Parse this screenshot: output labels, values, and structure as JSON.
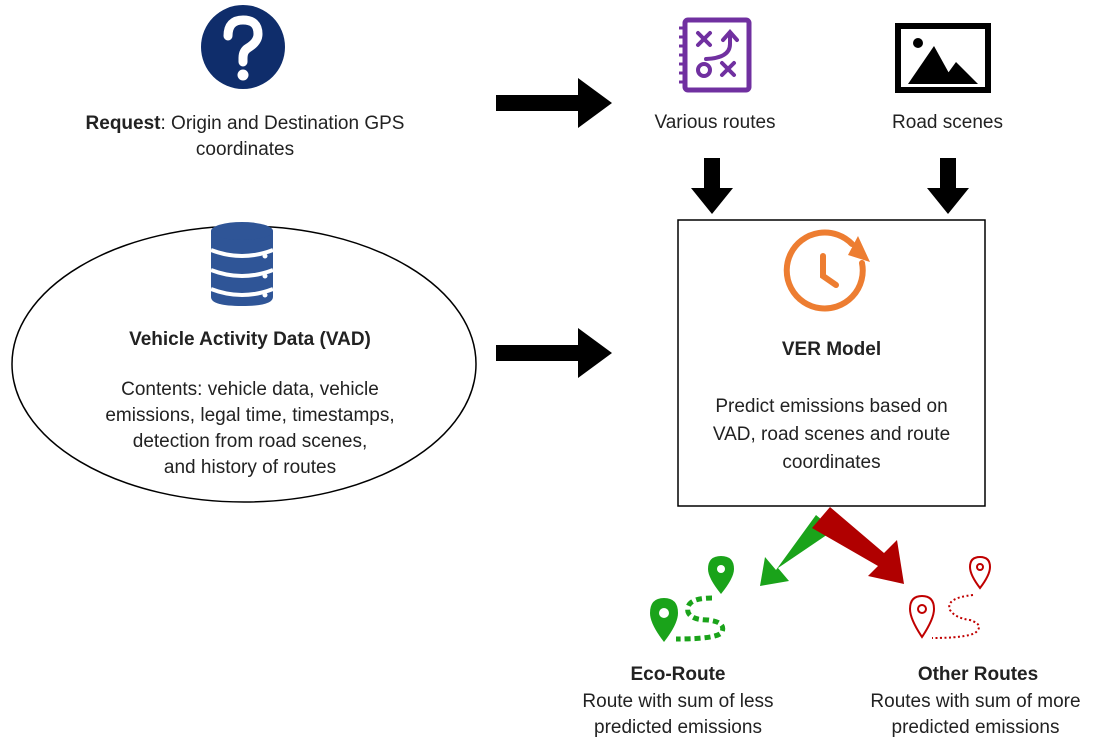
{
  "request": {
    "label_bold": "Request",
    "label_rest": ": Origin and Destination GPS",
    "line2": "coordinates"
  },
  "various_routes": {
    "label": "Various routes"
  },
  "road_scenes": {
    "label": "Road scenes"
  },
  "vad": {
    "title": "Vehicle Activity Data (VAD)",
    "contents": [
      "Contents: vehicle data, vehicle",
      "emissions, legal time, timestamps,",
      "detection from road scenes,",
      "and history of routes"
    ]
  },
  "ver_model": {
    "title": "VER Model",
    "description": [
      "Predict emissions based on",
      "VAD, road scenes and route",
      "coordinates"
    ]
  },
  "eco_route": {
    "title": "Eco-Route",
    "description": [
      "Route with sum of less",
      "predicted emissions"
    ]
  },
  "other_routes": {
    "title": "Other Routes",
    "description": [
      "Routes with sum of more",
      "predicted emissions"
    ]
  },
  "colors": {
    "question_icon": "#0f2d6b",
    "database_icon": "#2f5597",
    "routes_icon": "#7030a0",
    "clock_icon": "#ed7d31",
    "eco_green": "#1aa31a",
    "other_red": "#c00000",
    "arrow_black": "#000000"
  }
}
